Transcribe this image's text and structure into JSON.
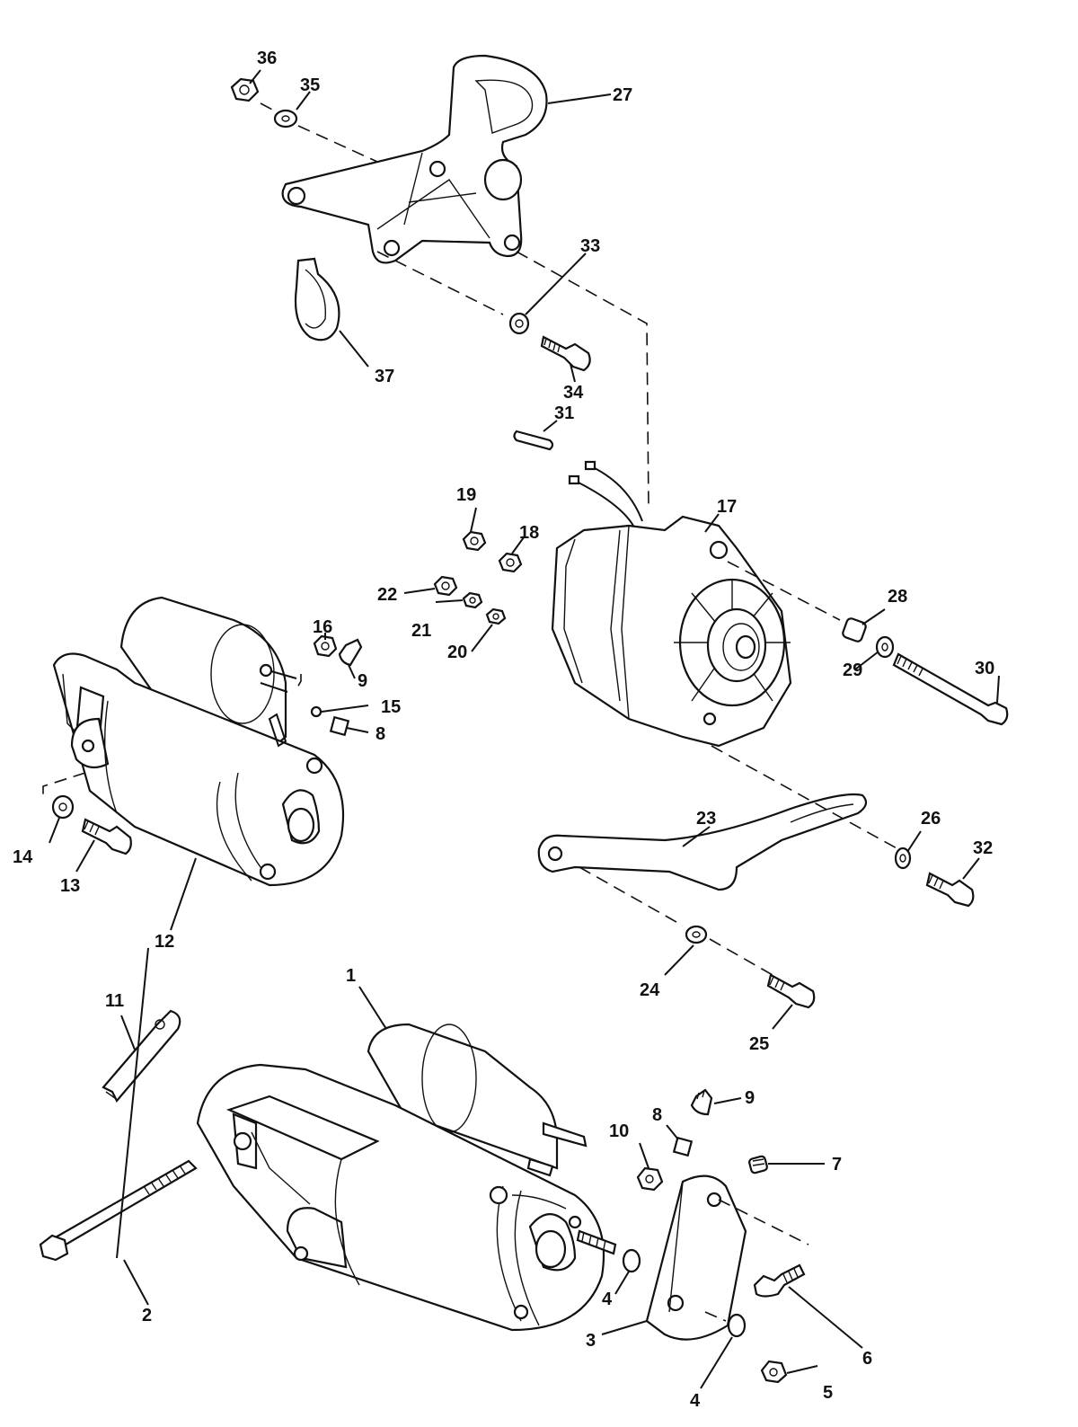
{
  "callouts": {
    "c1": "1",
    "c2": "2",
    "c3": "3",
    "c4a": "4",
    "c4b": "4",
    "c5": "5",
    "c6": "6",
    "c7": "7",
    "c8a": "8",
    "c8b": "8",
    "c9a": "9",
    "c9b": "9",
    "c10": "10",
    "c11": "11",
    "c12": "12",
    "c13": "13",
    "c14": "14",
    "c15": "15",
    "c16": "16",
    "c17": "17",
    "c18": "18",
    "c19": "19",
    "c20": "20",
    "c21": "21",
    "c22": "22",
    "c23": "23",
    "c24": "24",
    "c25": "25",
    "c26": "26",
    "c27": "27",
    "c28": "28",
    "c29": "29",
    "c30": "30",
    "c31": "31",
    "c32": "32",
    "c33": "33",
    "c34": "34",
    "c35": "35",
    "c36": "36",
    "c37": "37"
  }
}
